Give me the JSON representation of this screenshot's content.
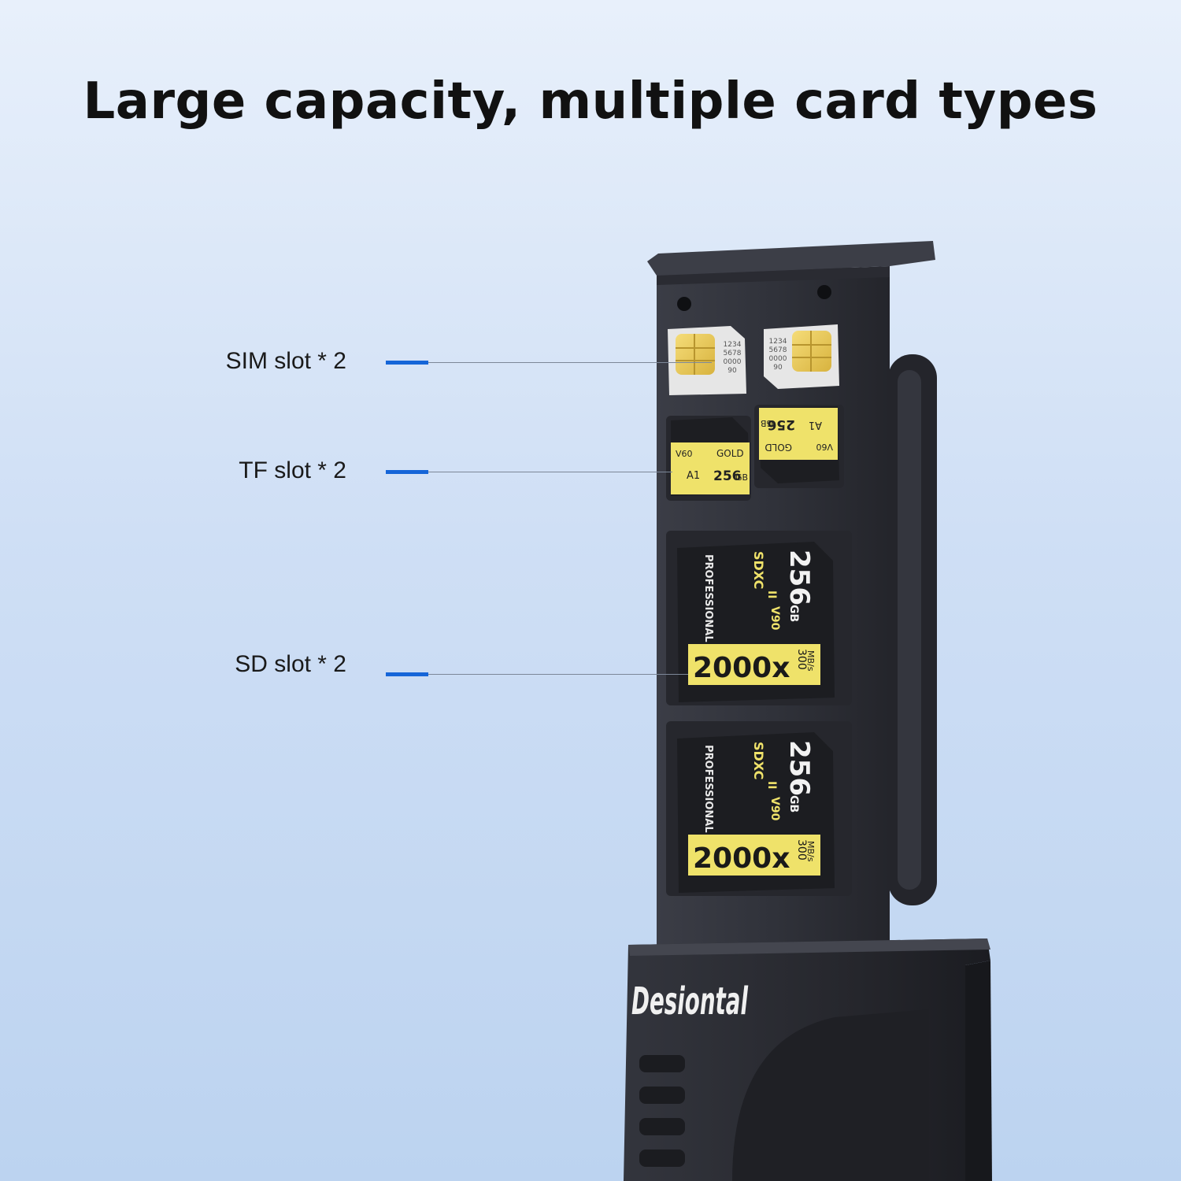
{
  "headline": "Large capacity, multiple card types",
  "callouts": [
    {
      "label": "SIM slot * 2"
    },
    {
      "label": "TF slot * 2"
    },
    {
      "label": "SD slot * 2"
    }
  ],
  "colors": {
    "accent": "#1565d8",
    "case": "#2f3139",
    "card_gold": "#efe26a"
  },
  "brand": "Desiontal",
  "sim_cards": [
    {
      "lines": [
        "1234",
        "5678",
        "0000",
        "90"
      ]
    },
    {
      "lines": [
        "1234",
        "5678",
        "0000",
        "90"
      ]
    }
  ],
  "tf_cards": [
    {
      "grade": "V60",
      "tier": "GOLD",
      "class": "A1",
      "capacity": "256",
      "unit": "GB"
    },
    {
      "grade": "V60",
      "tier": "GOLD",
      "class": "A1",
      "capacity": "256",
      "unit": "GB"
    }
  ],
  "sd_cards": [
    {
      "line": "PROFESSIONAL",
      "type": "SDXC",
      "bus": "II",
      "grade": "V90",
      "capacity": "256",
      "unit": "GB",
      "speed_rating": "2000x",
      "speed": "300",
      "speed_unit": "MB/s"
    },
    {
      "line": "PROFESSIONAL",
      "type": "SDXC",
      "bus": "II",
      "grade": "V90",
      "capacity": "256",
      "unit": "GB",
      "speed_rating": "2000x",
      "speed": "300",
      "speed_unit": "MB/s"
    }
  ]
}
